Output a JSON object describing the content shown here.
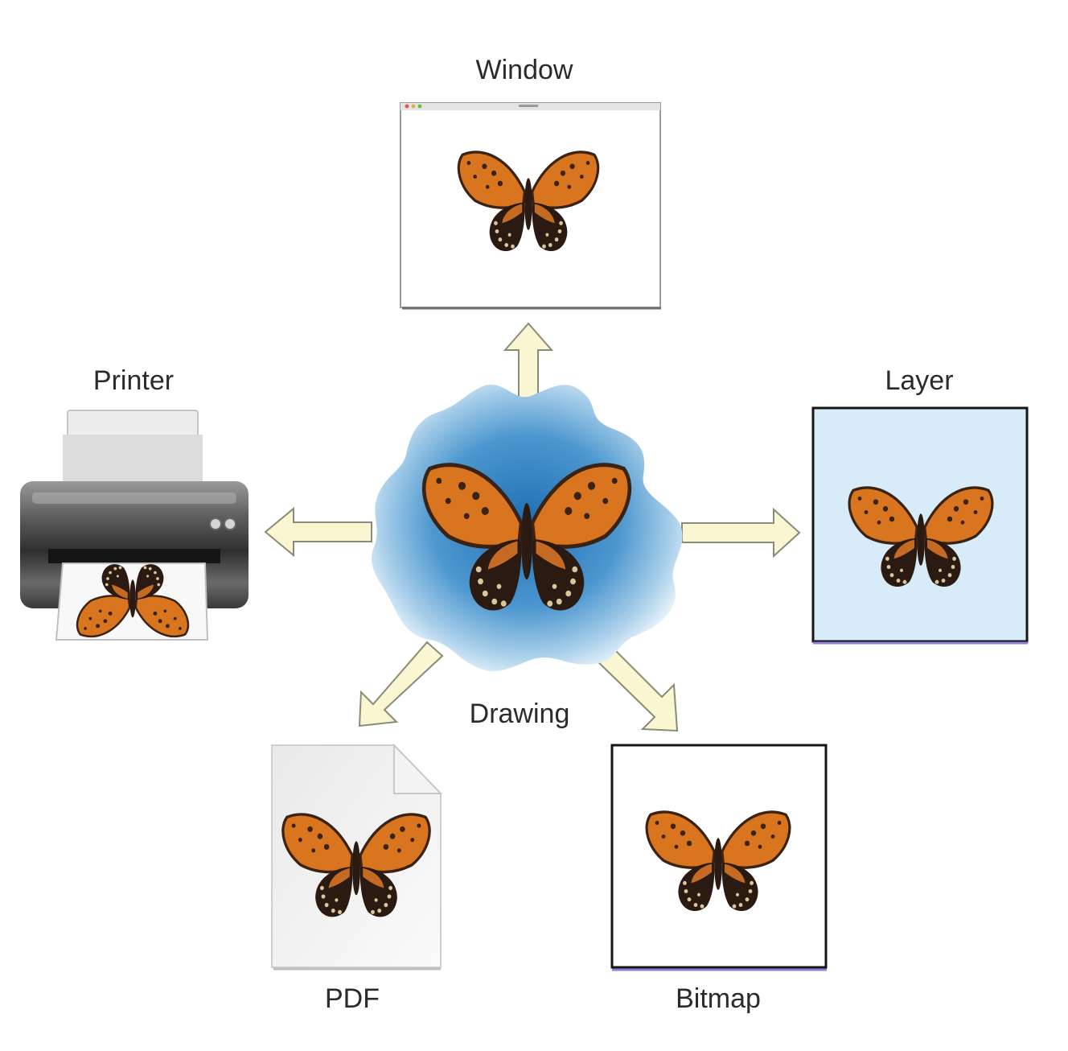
{
  "diagram": {
    "center": {
      "label": "Drawing",
      "shape": "blue-cloud",
      "icon": "butterfly-icon"
    },
    "destinations": [
      {
        "id": "window",
        "label": "Window",
        "icon": "window-icon"
      },
      {
        "id": "printer",
        "label": "Printer",
        "icon": "printer-icon"
      },
      {
        "id": "layer",
        "label": "Layer",
        "icon": "layer-icon"
      },
      {
        "id": "pdf",
        "label": "PDF",
        "icon": "pdf-document-icon"
      },
      {
        "id": "bitmap",
        "label": "Bitmap",
        "icon": "bitmap-icon"
      }
    ],
    "colors": {
      "cloud": "#3a88c6",
      "arrow_fill": "#fbf6d2",
      "arrow_stroke": "#8a8a78",
      "layer_background": "#d7ebf8",
      "butterfly_orange": "#d9741f",
      "butterfly_dark": "#2a1a12"
    }
  }
}
